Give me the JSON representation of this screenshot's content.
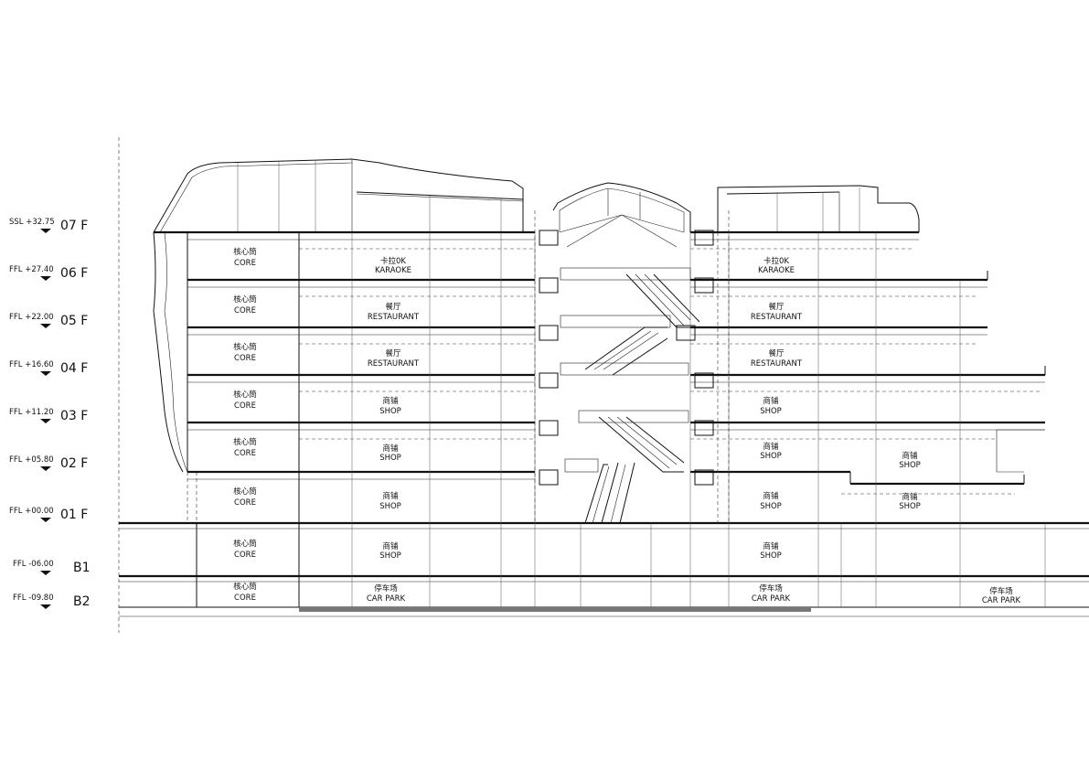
{
  "levels": [
    {
      "code": "SSL +32.75",
      "floor": "07 F"
    },
    {
      "code": "FFL +27.40",
      "floor": "06 F"
    },
    {
      "code": "FFL +22.00",
      "floor": "05 F"
    },
    {
      "code": "FFL +16.60",
      "floor": "04 F"
    },
    {
      "code": "FFL +11.20",
      "floor": "03 F"
    },
    {
      "code": "FFL +05.80",
      "floor": "02 F"
    },
    {
      "code": "FFL +00.00",
      "floor": "01 F"
    },
    {
      "code": "FFL -06.00",
      "floor": "B1"
    },
    {
      "code": "FFL -09.80",
      "floor": "B2"
    }
  ],
  "zones": {
    "core": [
      {
        "cn": "核心筒",
        "en": "CORE"
      },
      {
        "cn": "核心筒",
        "en": "CORE"
      },
      {
        "cn": "核心筒",
        "en": "CORE"
      },
      {
        "cn": "核心筒",
        "en": "CORE"
      },
      {
        "cn": "核心筒",
        "en": "CORE"
      },
      {
        "cn": "核心筒",
        "en": "CORE"
      },
      {
        "cn": "核心筒",
        "en": "CORE"
      },
      {
        "cn": "核心筒",
        "en": "CORE"
      }
    ],
    "left": [
      {
        "cn": "卡拉0K",
        "en": "KARAOKE"
      },
      {
        "cn": "餐厅",
        "en": "RESTAURANT"
      },
      {
        "cn": "餐厅",
        "en": "RESTAURANT"
      },
      {
        "cn": "商铺",
        "en": "SHOP"
      },
      {
        "cn": "商铺",
        "en": "SHOP"
      },
      {
        "cn": "商铺",
        "en": "SHOP"
      },
      {
        "cn": "商铺",
        "en": "SHOP"
      },
      {
        "cn": "停车场",
        "en": "CAR PARK"
      }
    ],
    "right": [
      {
        "cn": "卡拉0K",
        "en": "KARAOKE"
      },
      {
        "cn": "餐厅",
        "en": "RESTAURANT"
      },
      {
        "cn": "餐厅",
        "en": "RESTAURANT"
      },
      {
        "cn": "商铺",
        "en": "SHOP"
      },
      {
        "cn": "商铺",
        "en": "SHOP"
      },
      {
        "cn": "商铺",
        "en": "SHOP"
      },
      {
        "cn": "商铺",
        "en": "SHOP"
      },
      {
        "cn": "停车场",
        "en": "CAR PARK"
      }
    ],
    "far": [
      {
        "cn": "商铺",
        "en": "SHOP"
      },
      {
        "cn": "商铺",
        "en": "SHOP"
      },
      {
        "cn": "停车场",
        "en": "CAR PARK"
      }
    ]
  }
}
